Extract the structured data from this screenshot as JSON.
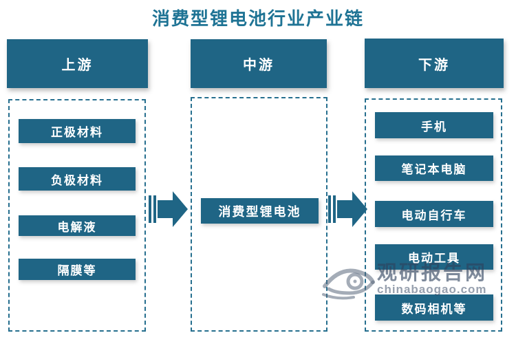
{
  "title": "消费型锂电池行业产业链",
  "colors": {
    "primary": "#1f6585",
    "title": "#1e7394",
    "dashed_border": "#256e8e",
    "watermark": "rgba(47,66,94,0.6)"
  },
  "columns": [
    {
      "id": "upstream",
      "header": "上游",
      "items": [
        "正极材料",
        "负极材料",
        "电解液",
        "隔膜等"
      ]
    },
    {
      "id": "midstream",
      "header": "中游",
      "items": [
        "消费型锂电池"
      ]
    },
    {
      "id": "downstream",
      "header": "下游",
      "items": [
        "手机",
        "笔记本电脑",
        "电动自行车",
        "电动工具",
        "数码相机等"
      ]
    }
  ],
  "watermark": {
    "name": "观研报告网",
    "domain": "chinabaogao.com"
  }
}
